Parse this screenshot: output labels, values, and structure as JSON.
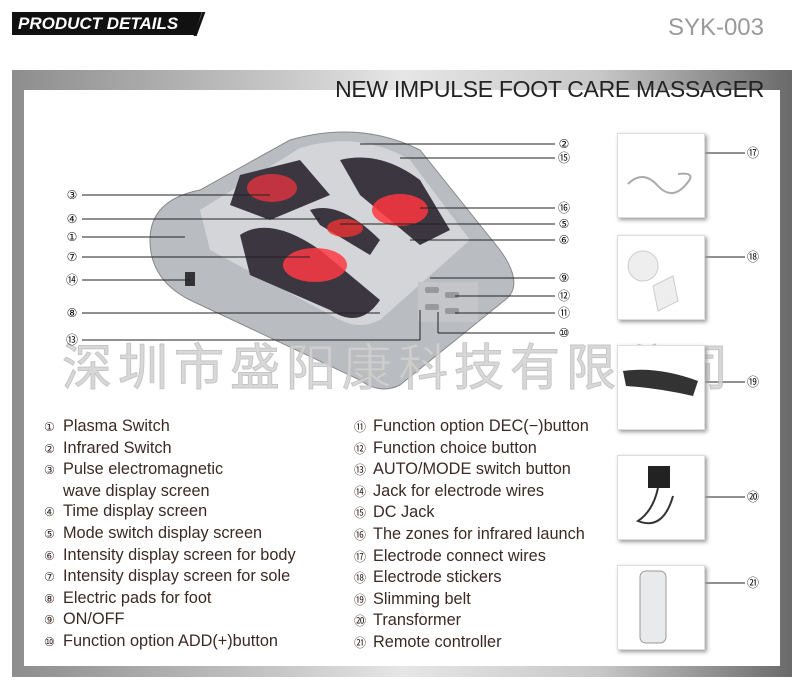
{
  "header": {
    "badge": "PRODUCT DETAILS",
    "model": "SYK-003"
  },
  "title": "NEW IMPULSE FOOT CARE MASSAGER",
  "watermark": "深圳市盛阳康科技有限公司",
  "callouts_left": [
    "③",
    "④",
    "①",
    "⑦",
    "⑭",
    "⑧",
    "⑬"
  ],
  "callouts_right": [
    "②",
    "⑮",
    "⑯",
    "⑤",
    "⑥",
    "⑨",
    "⑫",
    "⑪",
    "⑩"
  ],
  "callouts_thumbs": [
    "⑰",
    "⑱",
    "⑲",
    "⑳",
    "㉑"
  ],
  "legend_left": [
    {
      "n": "①",
      "t": "Plasma Switch"
    },
    {
      "n": "②",
      "t": "Infrared Switch"
    },
    {
      "n": "③",
      "t": "Pulse electromagnetic"
    },
    {
      "n": "",
      "t": "wave display screen"
    },
    {
      "n": "④",
      "t": "Time display screen"
    },
    {
      "n": "⑤",
      "t": "Mode switch display screen"
    },
    {
      "n": "⑥",
      "t": "Intensity display screen for body"
    },
    {
      "n": "⑦",
      "t": "Intensity display screen for sole"
    },
    {
      "n": "⑧",
      "t": "Electric pads for foot"
    },
    {
      "n": "⑨",
      "t": "ON/OFF"
    },
    {
      "n": "⑩",
      "t": "Function option ADD(+)button"
    }
  ],
  "legend_right": [
    {
      "n": "⑪",
      "t": "Function option DEC(−)button"
    },
    {
      "n": "⑫",
      "t": "Function choice button"
    },
    {
      "n": "⑬",
      "t": "AUTO/MODE switch button"
    },
    {
      "n": "⑭",
      "t": "Jack for electrode wires"
    },
    {
      "n": "⑮",
      "t": "DC Jack"
    },
    {
      "n": "⑯",
      "t": "The zones for infrared launch"
    },
    {
      "n": "⑰",
      "t": "Electrode connect wires"
    },
    {
      "n": "⑱",
      "t": "Electrode stickers"
    },
    {
      "n": "⑲",
      "t": "Slimming belt"
    },
    {
      "n": "⑳",
      "t": "Transformer"
    },
    {
      "n": "㉑",
      "t": "Remote controller"
    }
  ]
}
